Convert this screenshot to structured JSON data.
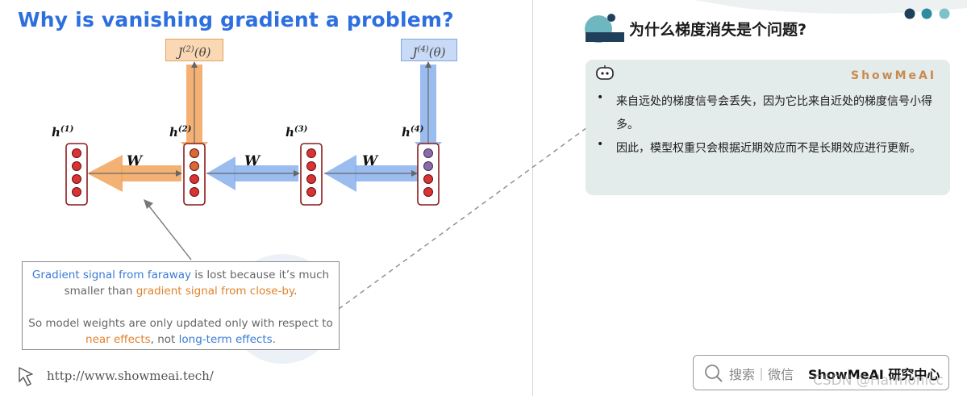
{
  "left_slide": {
    "title": "Why is vanishing gradient a problem?",
    "loss_labels": {
      "j2_base": "J",
      "j2_sup": "(2)",
      "j2_arg": "(θ)",
      "j4_base": "J",
      "j4_sup": "(4)",
      "j4_arg": "(θ)"
    },
    "hidden_labels": [
      {
        "base": "h",
        "sup": "(1)"
      },
      {
        "base": "h",
        "sup": "(2)"
      },
      {
        "base": "h",
        "sup": "(3)"
      },
      {
        "base": "h",
        "sup": "(4)"
      }
    ],
    "weight_label": "W",
    "callout": {
      "line1_a": "Gradient signal from faraway",
      "line1_b": " is lost because it’s much",
      "line2_a": "smaller than ",
      "line2_b": "gradient signal from close-by",
      "line2_c": ".",
      "line3": "So model weights are only updated only with respect to",
      "line4_a": "near effects",
      "line4_b": ", not ",
      "line4_c": "long-term effects",
      "line4_d": "."
    },
    "url": "http://www.showmeai.tech/",
    "colors": {
      "title": "#2e6fe0",
      "orange": "#f2a35c",
      "blue": "#8ab0ec",
      "cell_border": "#8c1c1c",
      "cell_fill": "#d93333"
    }
  },
  "right_panel": {
    "title": "为什么梯度消失是个问题?",
    "brand": "ShowMeAI",
    "bullet_symbol": "•",
    "bullets": [
      "来自远处的梯度信号会丢失，因为它比来自近处的梯度信号小得多。",
      "因此，模型权重只会根据近期效应而不是长期效应进行更新。"
    ],
    "bot_icon": "robot-face-icon",
    "dots_colors": [
      "#1f3f5a",
      "#2d8ca0",
      "#7fc1c9"
    ]
  },
  "search_bar": {
    "text": "搜索｜微信",
    "brand": "ShowMeAI 研究中心",
    "icon": "search-icon"
  },
  "watermark": "CSDN @Harmonicc"
}
